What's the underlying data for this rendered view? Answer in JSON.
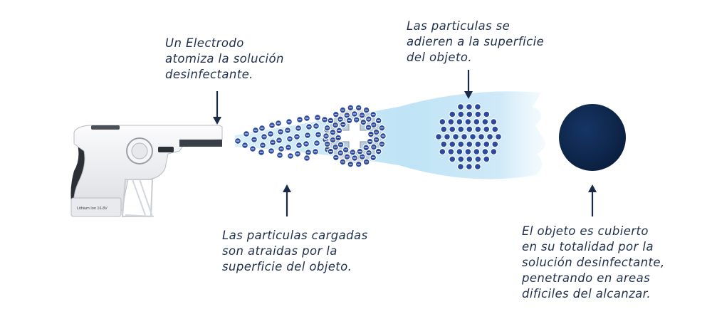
{
  "captions": {
    "electrodo": [
      "Un Electrodo",
      "atomiza la solución",
      "desinfectante."
    ],
    "adhieren": [
      "Las particulas se",
      "adieren a la superficie",
      "del objeto."
    ],
    "atraidas": [
      "Las particulas cargadas",
      "son atraidas por la",
      "superficie del objeto."
    ],
    "cubierto": [
      "El objeto es cubierto",
      "en su totalidad por la",
      "solución desinfectante,",
      "penetrando en areas",
      "dificiles del alcanzar."
    ]
  },
  "device": {
    "label": "Lithium Ion 16.8V"
  },
  "colors": {
    "text": "#1f2f4d",
    "particle": "#2c4aa0",
    "particle_halo": "#ffffff",
    "object": "#0d2547",
    "spray": "#bfe4f6",
    "target_cross": "#8d95a3",
    "arrow": "#1a2b47"
  }
}
